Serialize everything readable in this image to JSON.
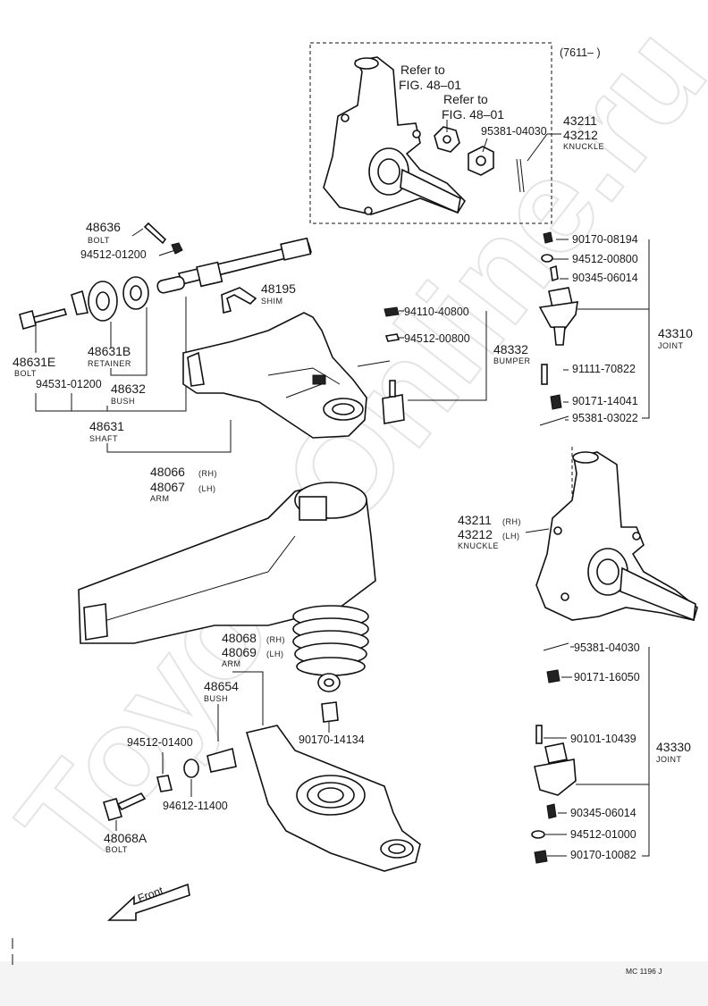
{
  "watermark": "ToyotaOnline.ru",
  "inset": {
    "range": "(7611–        )",
    "refer1_line1": "Refer to",
    "refer1_line2": "FIG. 48–01",
    "refer2_line1": "Refer to",
    "refer2_line2": "FIG. 48–01",
    "pin": "95381-04030",
    "knuckle_rh": "43211",
    "knuckle_lh": "43212",
    "knuckle_name": "KNUCKLE"
  },
  "labels": {
    "48636": {
      "no": "48636",
      "name": "BOLT"
    },
    "94512_01200": "94512-01200",
    "48195": {
      "no": "48195",
      "name": "SHIM"
    },
    "48631E": {
      "no": "48631E",
      "name": "BOLT"
    },
    "48631B": {
      "no": "48631B",
      "name": "RETAINER"
    },
    "94531_01200": "94531-01200",
    "48632": {
      "no": "48632",
      "name": "BUSH"
    },
    "48631": {
      "no": "48631",
      "name": "SHAFT"
    },
    "48066": {
      "no": "48066",
      "side": "(RH)"
    },
    "48067": {
      "no": "48067",
      "side": "(LH)",
      "name": "ARM"
    },
    "94110_40800": "94110-40800",
    "94512_00800a": "94512-00800",
    "48332": {
      "no": "48332",
      "name": "BUMPER"
    },
    "90170_08194": "90170-08194",
    "94512_00800b": "94512-00800",
    "90345_06014a": "90345-06014",
    "43310": {
      "no": "43310",
      "name": "JOINT"
    },
    "91111_70822": "91111-70822",
    "90171_14041": "90171-14041",
    "95381_03022": "95381-03022",
    "43211": {
      "no": "43211",
      "side": "(RH)"
    },
    "43212": {
      "no": "43212",
      "side": "(LH)",
      "name": "KNUCKLE"
    },
    "48068": {
      "no": "48068",
      "side": "(RH)"
    },
    "48069": {
      "no": "48069",
      "side": "(LH)",
      "name": "ARM"
    },
    "48654": {
      "no": "48654",
      "name": "BUSH"
    },
    "90170_14134": "90170-14134",
    "94512_01400": "94512-01400",
    "94612_11400": "94612-11400",
    "48068A": {
      "no": "48068A",
      "name": "BOLT"
    },
    "95381_04030": "95381-04030",
    "90171_16050": "90171-16050",
    "90101_10439": "90101-10439",
    "43330": {
      "no": "43330",
      "name": "JOINT"
    },
    "90345_06014b": "90345-06014",
    "94512_01000": "94512-01000",
    "90170_10082": "90170-10082"
  },
  "front_label": "Front",
  "footer_code": "MC 1196 J"
}
